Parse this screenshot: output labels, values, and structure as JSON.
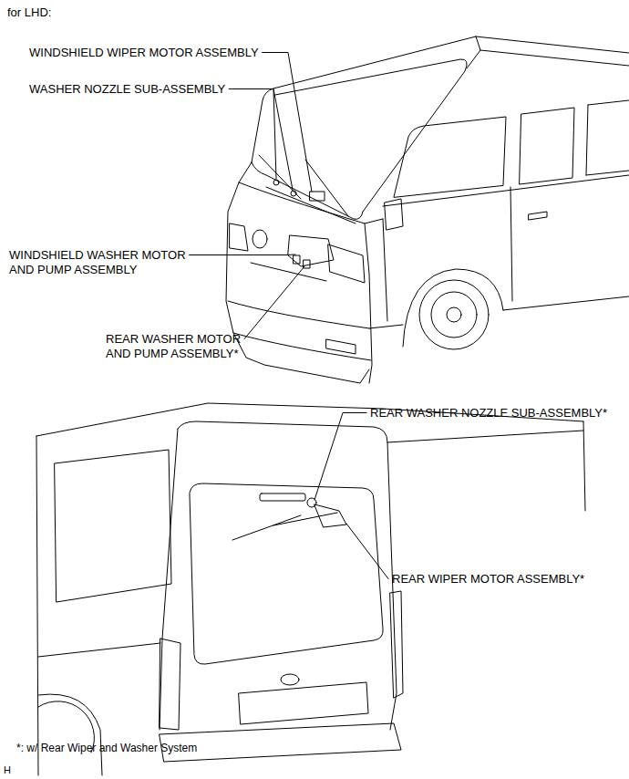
{
  "diagram": {
    "title": "for LHD:",
    "labels": [
      "WINDSHIELD WIPER MOTOR ASSEMBLY",
      "WASHER NOZZLE SUB-ASSEMBLY",
      "WINDSHIELD WASHER MOTOR AND PUMP ASSEMBLY",
      "REAR WASHER MOTOR AND PUMP ASSEMBLY*",
      "REAR WASHER NOZZLE SUB-ASSEMBLY*",
      "REAR WIPER MOTOR ASSEMBLY*",
      "*: w/ Rear Wiper and Washer System",
      "H"
    ]
  }
}
